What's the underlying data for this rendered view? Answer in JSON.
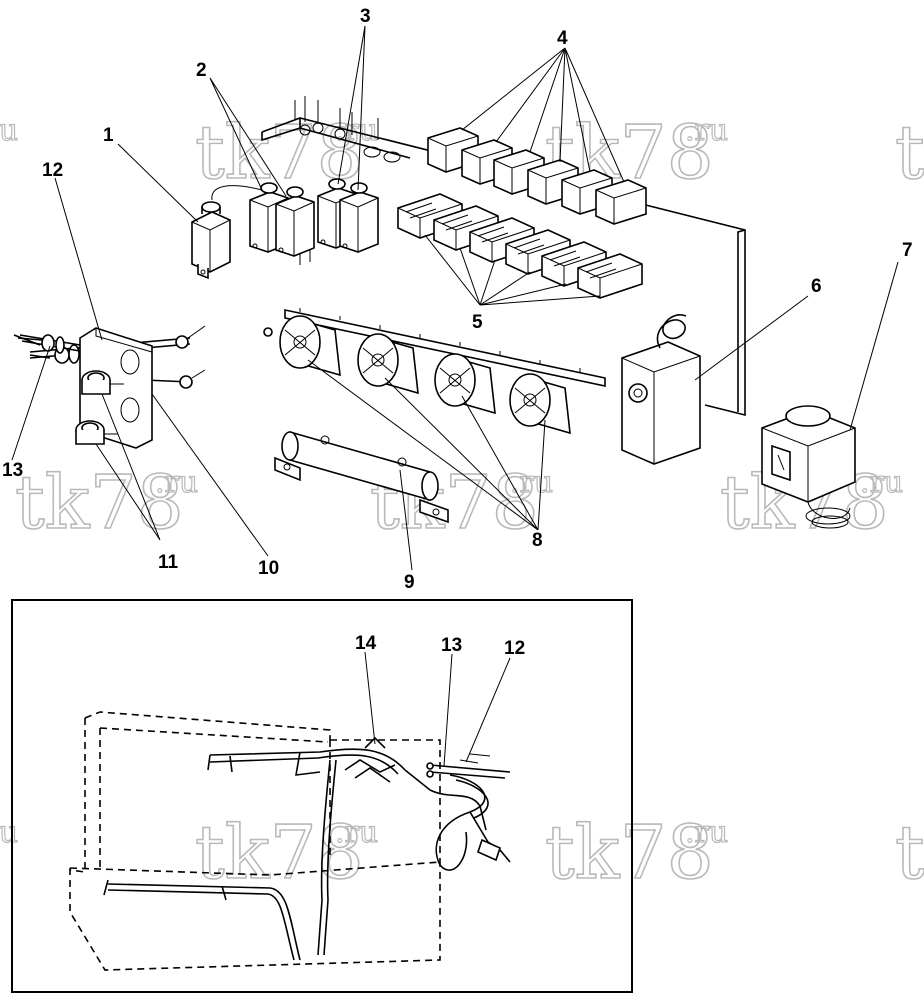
{
  "callouts": {
    "c1": "1",
    "c2": "2",
    "c3": "3",
    "c4": "4",
    "c5": "5",
    "c6": "6",
    "c7": "7",
    "c8": "8",
    "c9": "9",
    "c10": "10",
    "c11": "11",
    "c12": "12",
    "c13": "13",
    "inset_c12": "12",
    "inset_c13": "13",
    "inset_c14": "14"
  },
  "watermark": {
    "main": "tk78",
    "suffix": ".ru"
  },
  "colors": {
    "line": "#000000",
    "background": "#ffffff",
    "watermark": "#b9b9b9"
  }
}
